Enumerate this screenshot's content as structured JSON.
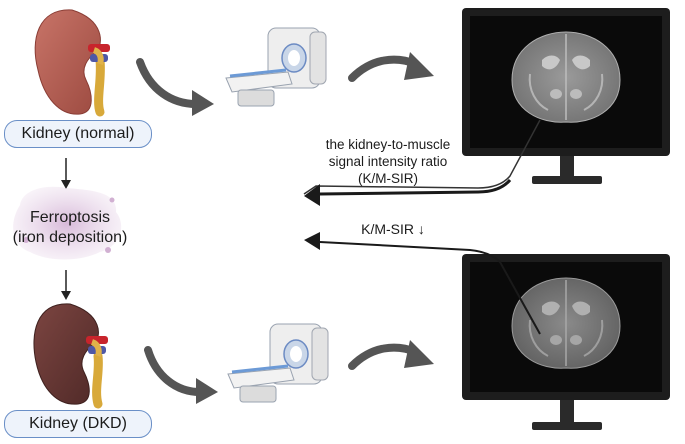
{
  "labels": {
    "kidney_normal": "Kidney (normal)",
    "kidney_dkd": "Kidney (DKD)",
    "ferroptosis_line1": "Ferroptosis",
    "ferroptosis_line2": "(iron deposition)",
    "ksir_line1": "the kidney-to-muscle",
    "ksir_line2": "signal intensity ratio",
    "ksir_line3": "(K/M-SIR)",
    "ksir_decrease": "K/M-SIR ↓"
  },
  "colors": {
    "kidney_normal": "#b45a4f",
    "kidney_dkd": "#6b3a36",
    "artery": "#c8242c",
    "vein": "#4f58a6",
    "ureter": "#d8a93a",
    "pill_border": "#6a8fc7",
    "pill_fill": "#eef3fb",
    "ferroptosis_blob": "#c9a6c9",
    "arrow": "#4a4a4a",
    "monitor": "#1d1d1d"
  }
}
